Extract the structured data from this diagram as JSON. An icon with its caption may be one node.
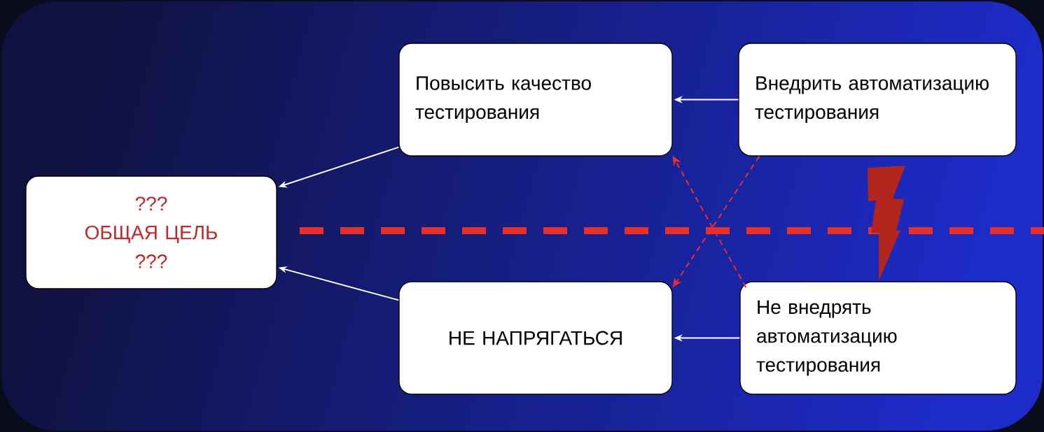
{
  "diagram": {
    "nodes": [
      {
        "text": [
          "???",
          "ОБЩАЯ ЦЕЛЬ",
          "???"
        ]
      },
      {
        "text": [
          "Повысить качество тестирования"
        ]
      },
      {
        "text": [
          "Внедрить автоматизацию тестирования"
        ]
      },
      {
        "text": [
          "НЕ НАПРЯГАТЬСЯ"
        ]
      },
      {
        "text": [
          "Не внедрять автоматизацию тестирования"
        ]
      }
    ],
    "edges": [
      {
        "from": 1,
        "to": 0,
        "arrow": "to"
      },
      {
        "from": 3,
        "to": 0,
        "arrow": "to"
      },
      {
        "from": 2,
        "to": 1,
        "arrow": "to"
      },
      {
        "from": 4,
        "to": 3,
        "arrow": "to"
      },
      {
        "from": 2,
        "to": 3,
        "arrow": "to",
        "style": "dashed",
        "color": "#e8302a"
      },
      {
        "from": 4,
        "to": 1,
        "arrow": "to",
        "style": "dashed",
        "color": "#e8302a"
      }
    ]
  }
}
